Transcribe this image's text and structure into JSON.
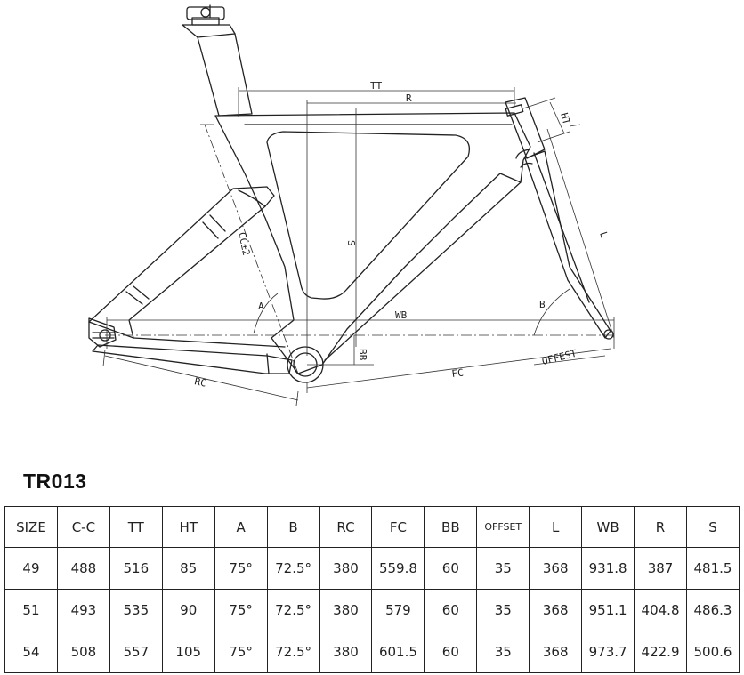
{
  "diagram": {
    "labels": {
      "tt": "TT",
      "r": "R",
      "ht": "HT",
      "s": "S",
      "cc": "CC±2",
      "a": "A",
      "b": "B",
      "wb": "WB",
      "bb": "BB",
      "offset": "OFFEST",
      "fc": "FC",
      "rc": "RC",
      "l": "L"
    }
  },
  "model": {
    "name": "TR013"
  },
  "table": {
    "headers": [
      "SIZE",
      "C-C",
      "TT",
      "HT",
      "A",
      "B",
      "RC",
      "FC",
      "BB",
      "OFFSET",
      "L",
      "WB",
      "R",
      "S"
    ],
    "rows": [
      [
        "49",
        "488",
        "516",
        "85",
        "75°",
        "72.5°",
        "380",
        "559.8",
        "60",
        "35",
        "368",
        "931.8",
        "387",
        "481.5"
      ],
      [
        "51",
        "493",
        "535",
        "90",
        "75°",
        "72.5°",
        "380",
        "579",
        "60",
        "35",
        "368",
        "951.1",
        "404.8",
        "486.3"
      ],
      [
        "54",
        "508",
        "557",
        "105",
        "75°",
        "72.5°",
        "380",
        "601.5",
        "60",
        "35",
        "368",
        "973.7",
        "422.9",
        "500.6"
      ]
    ]
  }
}
